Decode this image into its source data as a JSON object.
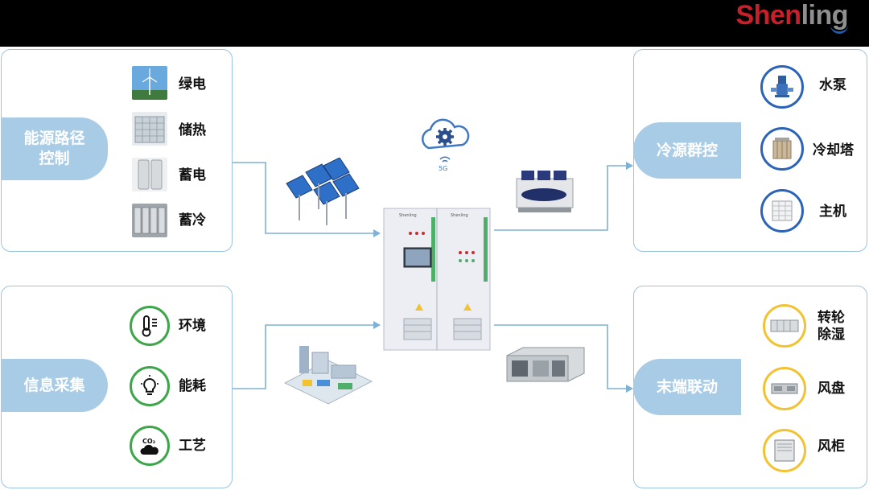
{
  "brand": {
    "name_part1": "Shen",
    "name_part2": "ling"
  },
  "colors": {
    "panel_border": "#9cc3df",
    "tag_fill": "#a9cce6",
    "arrow": "#7fb0d6",
    "ring_green": "#3da64a",
    "ring_blue": "#2a63b8",
    "ring_yellow": "#f2c230"
  },
  "panels": {
    "energy_path": {
      "title_line1": "能源路径",
      "title_line2": "控制",
      "items": [
        {
          "label": "绿电",
          "icon": "wind-turbine-photo"
        },
        {
          "label": "储热",
          "icon": "heat-storage-tank-photo"
        },
        {
          "label": "蓄电",
          "icon": "battery-cabinet-photo"
        },
        {
          "label": "蓄冷",
          "icon": "cold-storage-photo"
        }
      ]
    },
    "info_collection": {
      "title": "信息采集",
      "items": [
        {
          "label": "环境",
          "icon": "thermometer-icon"
        },
        {
          "label": "能耗",
          "icon": "lightbulb-icon"
        },
        {
          "label": "工艺",
          "icon": "co2-cloud-icon"
        }
      ]
    },
    "cold_source": {
      "title": "冷源群控",
      "items": [
        {
          "label": "水泵",
          "icon": "water-pump-icon"
        },
        {
          "label": "冷却塔",
          "icon": "cooling-tower-icon"
        },
        {
          "label": "主机",
          "icon": "chiller-unit-icon"
        }
      ]
    },
    "terminal": {
      "title": "末端联动",
      "items": [
        {
          "label_line1": "转轮",
          "label_line2": "除湿",
          "icon": "desiccant-wheel-icon"
        },
        {
          "label": "风盘",
          "icon": "fan-coil-icon"
        },
        {
          "label": "风柜",
          "icon": "air-handling-unit-icon"
        }
      ]
    }
  },
  "center": {
    "cloud_label": "5G",
    "cabinet_brand": "Shenling",
    "cabinet_icon": "control-cabinet-icon"
  },
  "illustrations": [
    "solar-panels-icon",
    "chiller-machine-icon",
    "factory-campus-icon",
    "air-handling-box-icon"
  ]
}
